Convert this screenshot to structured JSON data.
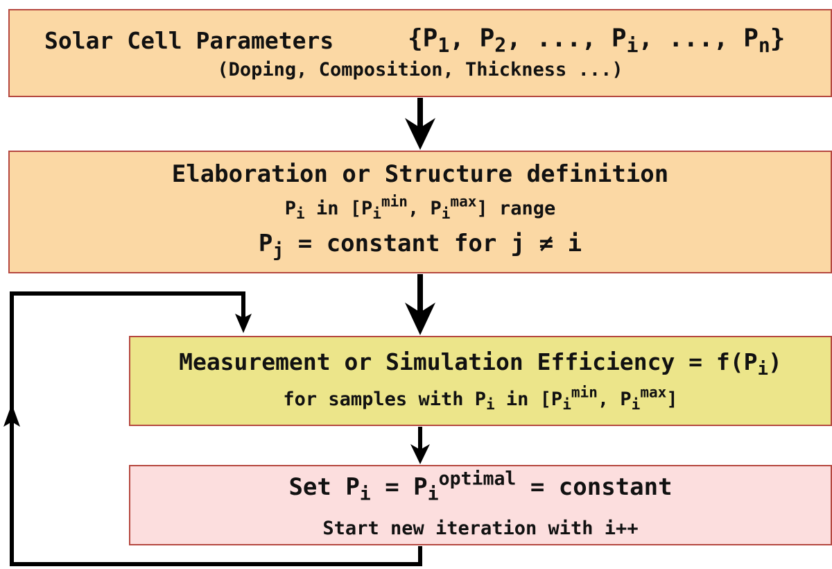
{
  "diagram": {
    "box1": {
      "title": "Solar Cell Parameters",
      "set": {
        "open": "{P",
        "sep1": ", P",
        "sep2": ", ..., P",
        "sep3": ", ..., P",
        "close": "}",
        "s1": "1",
        "s2": "2",
        "si": "i",
        "sn": "n"
      },
      "subtitle": "(Doping, Composition, Thickness ...)",
      "color": "#fbd8a4"
    },
    "box2": {
      "title": "Elaboration or Structure definition",
      "range": {
        "p": "P",
        "i": "i",
        "in_text": " in [P",
        "min": "min",
        "comma": ", P",
        "max": "max",
        "end": "] range"
      },
      "constant": {
        "p": "P",
        "j": "j",
        "rest": " = constant for j ≠ i"
      },
      "color": "#fbd8a4"
    },
    "box3": {
      "title": {
        "text": "Measurement or Simulation  Efficiency = f(P",
        "i": "i",
        "close": ")"
      },
      "subtitle": {
        "text": "for samples with P",
        "i": "i",
        "in_text": " in [P",
        "min": "min",
        "comma": ", P",
        "max": "max",
        "end": "]"
      },
      "color": "#ece58a"
    },
    "box4": {
      "title": {
        "set": "Set P",
        "i": "i",
        "eq": " = P",
        "optimal": "optimal",
        "rest": " = constant"
      },
      "subtitle": "Start new iteration with i++",
      "color": "#fcdede"
    }
  }
}
